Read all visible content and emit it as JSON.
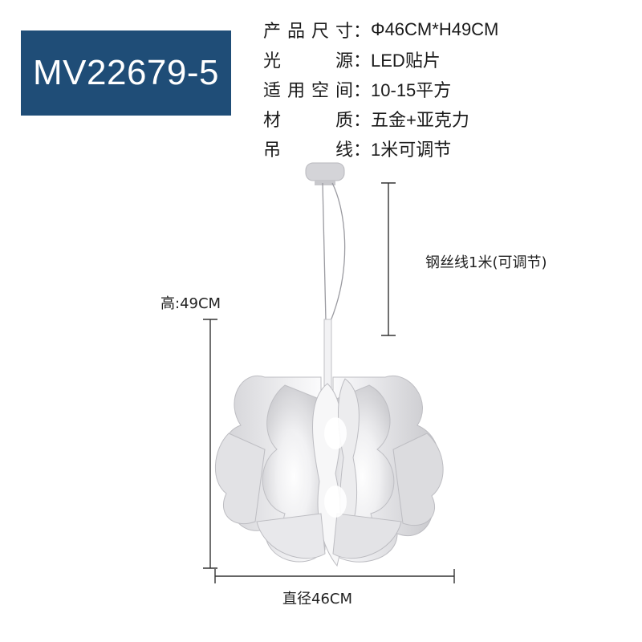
{
  "model_code": "MV22679-5",
  "specs": [
    {
      "label_chars": [
        "产",
        "品",
        "尺",
        "寸"
      ],
      "value": "Φ46CM*H49CM"
    },
    {
      "label_chars": [
        "光",
        "源"
      ],
      "value": "LED贴片"
    },
    {
      "label_chars": [
        "适",
        "用",
        "空",
        "间"
      ],
      "value": "10-15平方"
    },
    {
      "label_chars": [
        "材",
        "质"
      ],
      "value": "五金+亚克力"
    },
    {
      "label_chars": [
        "吊",
        "线"
      ],
      "value": "1米可调节"
    }
  ],
  "colon": "：",
  "dimensions": {
    "wire": "钢丝线1米(可调节)",
    "height": "高:49CM",
    "diameter": "直径46CM"
  },
  "colors": {
    "badge": "#1f4d77",
    "text": "#222222",
    "shade": "#e9e9eb"
  }
}
